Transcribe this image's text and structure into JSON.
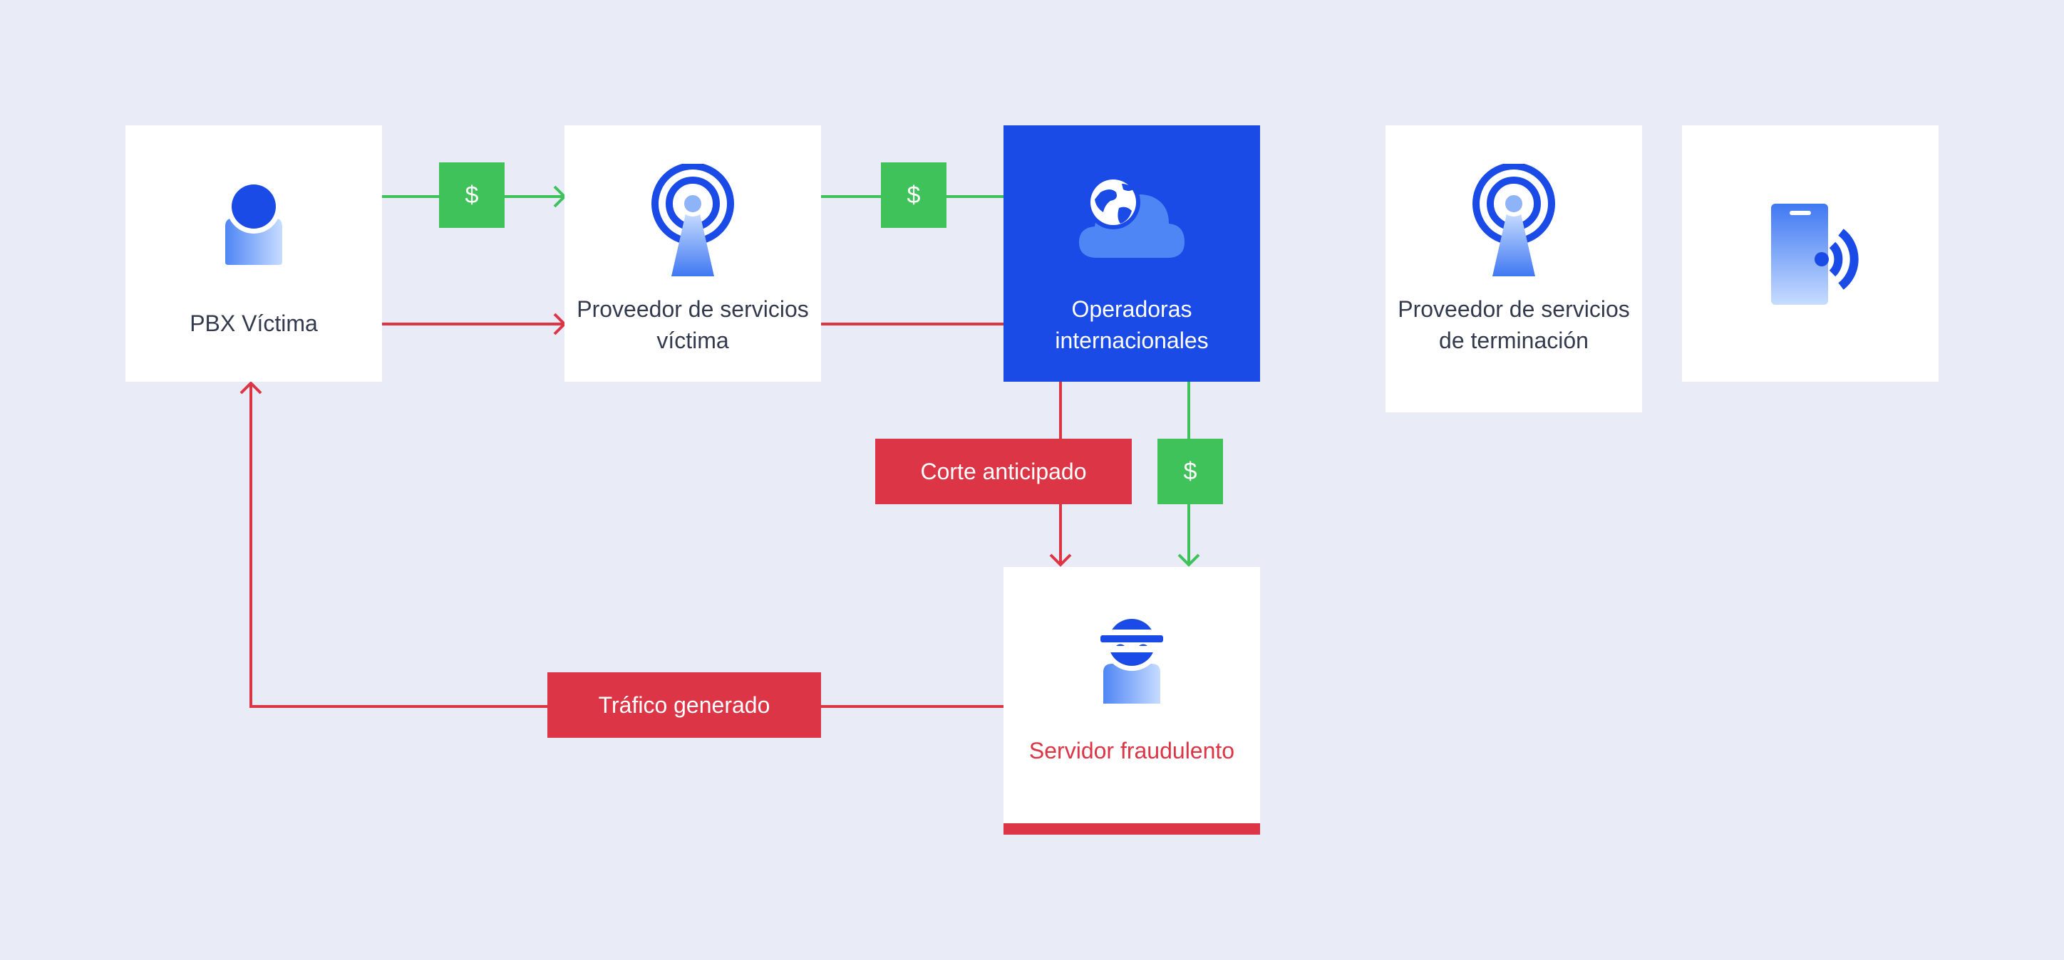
{
  "nodes": {
    "pbx": {
      "label": "PBX Víctima",
      "icon": "user-icon"
    },
    "victim_provider": {
      "label": "Proveedor de servicios víctima",
      "icon": "antenna-icon"
    },
    "intl_carriers": {
      "label": "Operadoras internacionales",
      "icon": "globe-cloud-icon"
    },
    "termination_provider": {
      "label": "Proveedor de servicios de terminación",
      "icon": "antenna-icon"
    },
    "device": {
      "label": "",
      "icon": "phone-signal-icon"
    },
    "fraud_server": {
      "label": "Servidor fraudulento",
      "icon": "masked-thief-icon"
    }
  },
  "money_symbol": "$",
  "tags": {
    "early_cut": "Corte anticipado",
    "generated_traffic": "Tráfico generado"
  },
  "colors": {
    "background": "#e9ebf6",
    "primary": "#1a4be6",
    "money": "#3fc259",
    "danger": "#dc3545",
    "text": "#333a4d"
  }
}
